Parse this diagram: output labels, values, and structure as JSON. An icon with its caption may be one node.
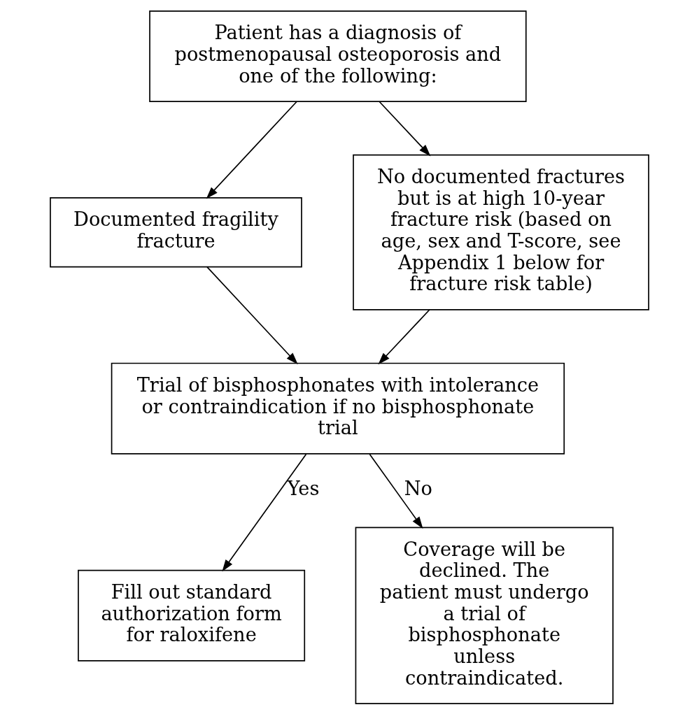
{
  "diagram": {
    "nodes": [
      {
        "text": [
          "Patient has a diagnosis of postmenopausal osteoporosis and one of the following:"
        ]
      },
      {
        "text": [
          "Documented fragility fracture"
        ]
      },
      {
        "text": [
          "No documented fractures but is at high 10-year fracture risk (based on age, sex and T-score, see Appendix 1 below for fracture risk table)"
        ]
      },
      {
        "text": [
          "Trial of bisphosphonates with intolerance or contraindication if no bisphosphonate trial"
        ]
      },
      {
        "text": [
          "Fill out standard authorization form for raloxifene"
        ]
      },
      {
        "text": [
          "Coverage will be declined. The patient must undergo a trial of bisphosphonate unless contraindicated."
        ]
      }
    ],
    "edges": [
      {
        "from": 0,
        "to": 1,
        "arrow": "to"
      },
      {
        "from": 0,
        "to": 2,
        "arrow": "to"
      },
      {
        "from": 1,
        "to": 3,
        "arrow": "to"
      },
      {
        "from": 2,
        "to": 3,
        "arrow": "to"
      },
      {
        "from": 3,
        "to": 4,
        "label": "Yes",
        "arrow": "to"
      },
      {
        "from": 3,
        "to": 5,
        "label": "No",
        "arrow": "to"
      }
    ]
  }
}
